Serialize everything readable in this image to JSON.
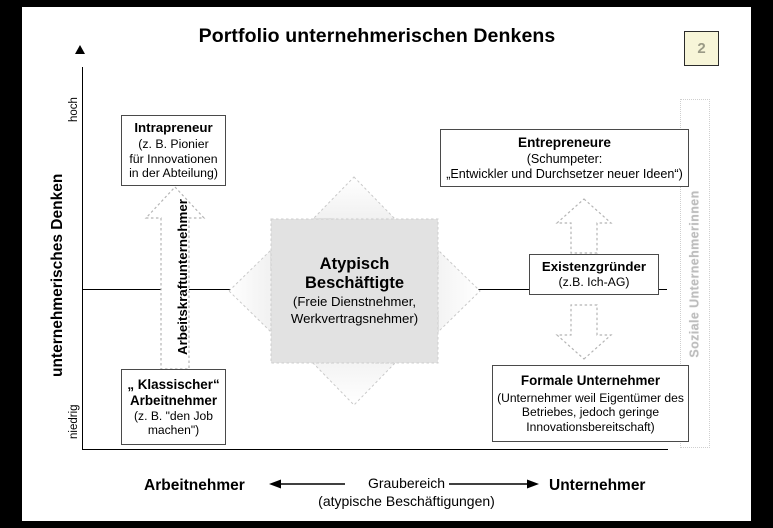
{
  "slide": {
    "title": "Portfolio unternehmerischen Denkens",
    "page_number": "2",
    "side_caption": "Soziale Unternehmerinnen"
  },
  "axes": {
    "y_title": "unternehmerisches Denken",
    "y_high": "hoch",
    "y_low": "niedrig",
    "x_left": "Arbeitnehmer",
    "x_right": "Unternehmer",
    "x_middle_line1": "Graubereich",
    "x_middle_line2": "(atypische Beschäftigungen)"
  },
  "boxes": {
    "intrapreneur": {
      "title": "Intrapreneur",
      "line1": "(z. B. Pionier",
      "line2": "für Innovationen",
      "line3": "in der Abteilung)"
    },
    "entrepreneure": {
      "title": "Entrepreneure",
      "line1": "(Schumpeter:",
      "line2": "„Entwickler und Durchsetzer neuer Ideen“)"
    },
    "existenzgruender": {
      "title": "Existenzgründer",
      "line1": "(z.B. Ich-AG)"
    },
    "klassischer": {
      "title_line1": "„ Klassischer“",
      "title_line2": "Arbeitnehmer",
      "line1": "(z. B. \"den Job",
      "line2": "machen\")"
    },
    "formale": {
      "title": "Formale Unternehmer",
      "line1": "(Unternehmer weil Eigentümer des",
      "line2": "Betriebes, jedoch geringe",
      "line3": "Innovationsbereitschaft)"
    }
  },
  "center": {
    "title_line1": "Atypisch",
    "title_line2": "Beschäftigte",
    "sub_line1": "(Freie Dienstnehmer,",
    "sub_line2": "Werkvertragsnehmer)"
  },
  "arrows": {
    "left_vertical_label": "Arbeitskraftunternehmer"
  },
  "colors": {
    "frame": "#000000",
    "box_border": "#4a4a4a",
    "cross_fill_light": "#ffffff",
    "cross_fill_dark": "#cfcfcf",
    "badge_bg": "#f7f5d8",
    "badge_text": "#9a9a86",
    "side_caption": "#bdbdbd"
  }
}
